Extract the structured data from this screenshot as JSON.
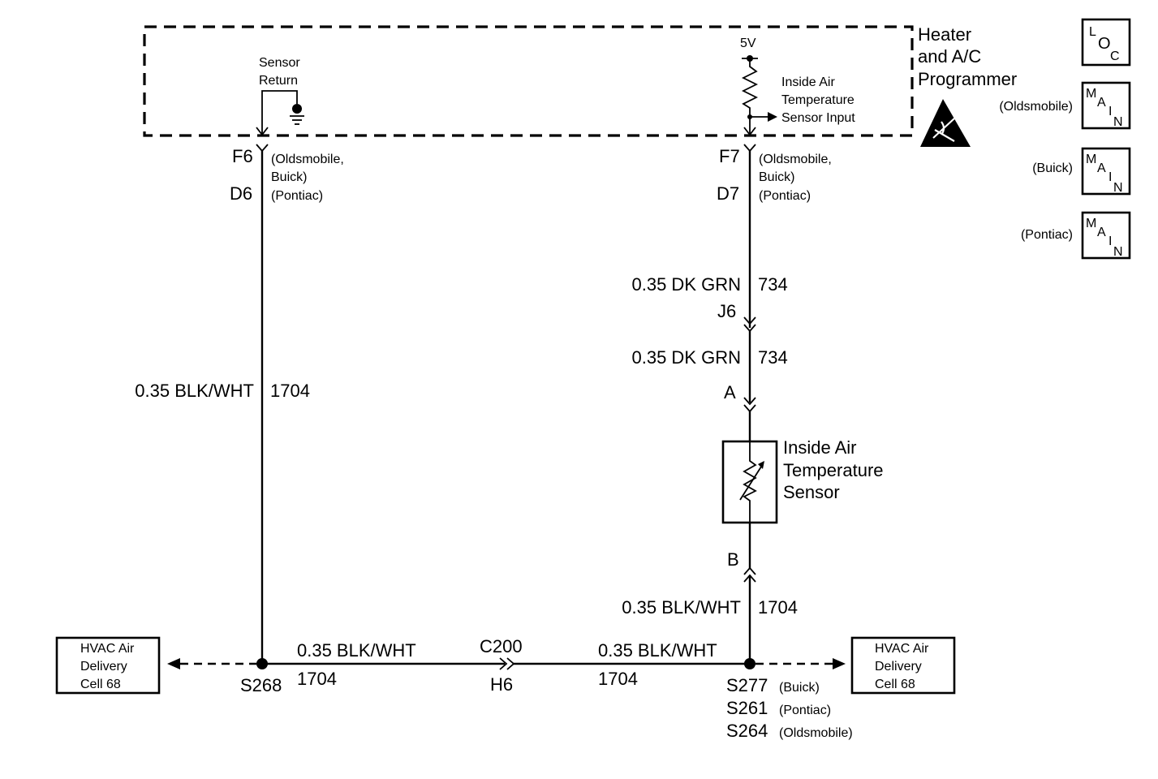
{
  "programmer": {
    "title_lines": [
      "Heater",
      "and A/C",
      "Programmer"
    ],
    "sensor_return_lines": [
      "Sensor",
      "Return"
    ],
    "supply_voltage": "5V",
    "input_lines": [
      "Inside Air",
      "Temperature",
      "Sensor Input"
    ]
  },
  "legend": {
    "loc_letters": [
      "L",
      "O",
      "C"
    ],
    "main_letters": [
      "M",
      "A",
      "I",
      "N"
    ],
    "labels": [
      "(Oldsmobile)",
      "(Buick)",
      "(Pontiac)"
    ]
  },
  "left_circuit": {
    "pin_primary": "F6",
    "pin_primary_note_lines": [
      "(Oldsmobile,",
      "Buick)"
    ],
    "pin_secondary": "D6",
    "pin_secondary_note": "(Pontiac)",
    "wire_label": "0.35 BLK/WHT",
    "circuit": "1704",
    "splice": "S268"
  },
  "right_circuit": {
    "pin_primary": "F7",
    "pin_primary_note_lines": [
      "(Oldsmobile,",
      "Buick)"
    ],
    "pin_secondary": "D7",
    "pin_secondary_note": "(Pontiac)",
    "wire_label_upper": "0.35 DK GRN",
    "circuit_upper": "734",
    "connector_j": "J6",
    "wire_label_mid": "0.35 DK GRN",
    "circuit_mid": "734",
    "terminal_a": "A",
    "sensor_lines": [
      "Inside Air",
      "Temperature",
      "Sensor"
    ],
    "terminal_b": "B",
    "wire_label_lower": "0.35 BLK/WHT",
    "circuit_lower": "1704"
  },
  "bottom": {
    "wire_label_left": "0.35 BLK/WHT",
    "circuit_left": "1704",
    "connector_top": "C200",
    "connector_bottom": "H6",
    "wire_label_right": "0.35 BLK/WHT",
    "circuit_right": "1704",
    "splices": [
      {
        "id": "S277",
        "note": "(Buick)"
      },
      {
        "id": "S261",
        "note": "(Pontiac)"
      },
      {
        "id": "S264",
        "note": "(Oldsmobile)"
      }
    ]
  },
  "hvac_left_lines": [
    "HVAC Air",
    "Delivery",
    "Cell 68"
  ],
  "hvac_right_lines": [
    "HVAC Air",
    "Delivery",
    "Cell 68"
  ]
}
